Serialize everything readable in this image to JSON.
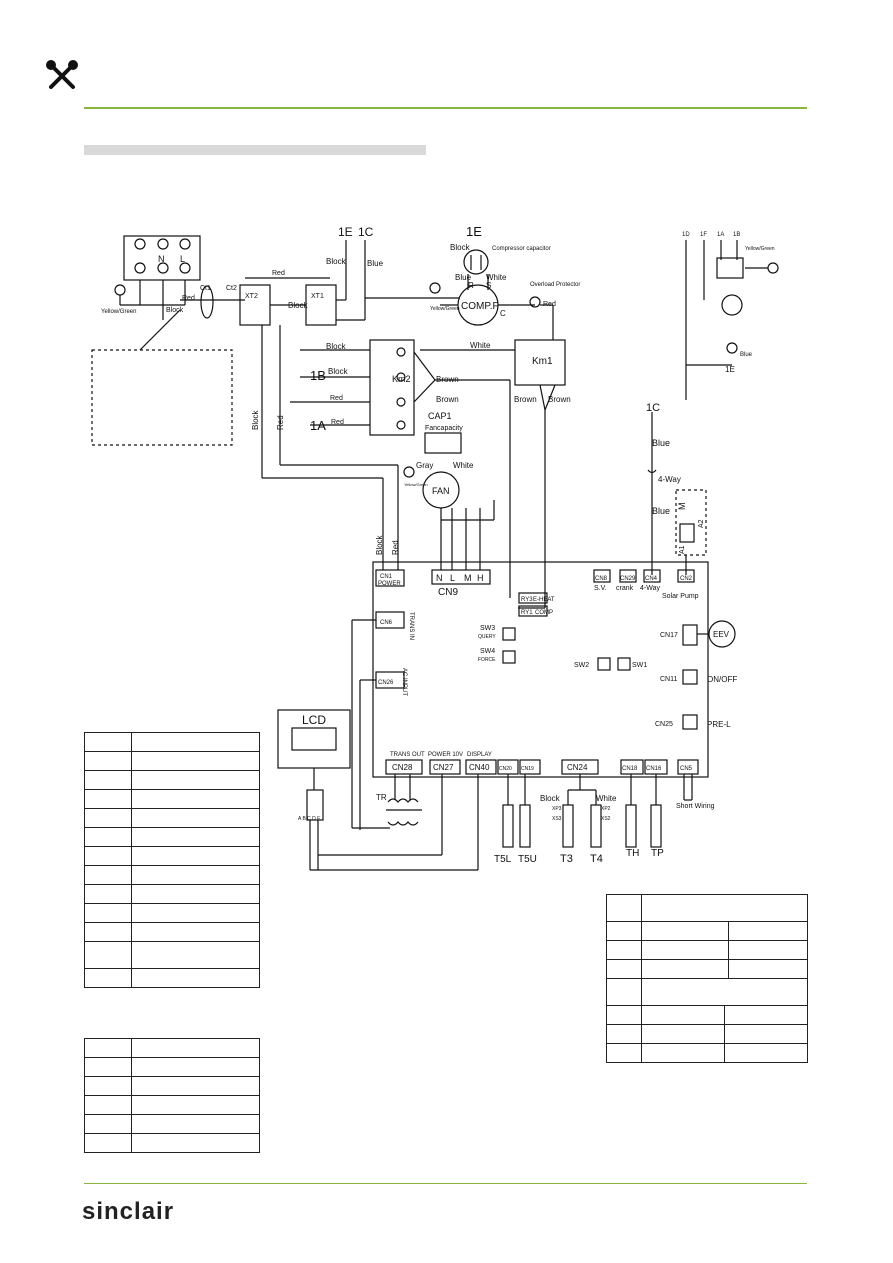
{
  "brand": {
    "logo_text": "sinclair",
    "accent_color": "#8ab63f"
  },
  "header": {
    "icon": "tools-icon"
  },
  "diagram": {
    "terminal": {
      "n": "N",
      "l": "L"
    },
    "wires": {
      "yellow_green": "Yellow/Green",
      "block": "Block",
      "red": "Red",
      "blue": "Blue",
      "white": "White",
      "brown": "Brown",
      "gray": "Gray"
    },
    "parts": {
      "ct1": "Ct1",
      "ct2": "Ct2",
      "xt2": "XT2",
      "xt1": "XT1",
      "e1": "1E",
      "c1": "1C",
      "b1": "1B",
      "a1": "1A",
      "km2": "Km2",
      "km1": "Km1",
      "compressor_capacitor": "Compressor capacitor",
      "comp": "COMP.F",
      "r": "R",
      "s": "S",
      "c": "C",
      "overload": "Overload Protector",
      "cap1": "CAP1",
      "fan_capacity": "Fancapacity",
      "fan": "FAN",
      "way4": "4-Way",
      "d1": "1D",
      "f1": "1F",
      "pump": "M",
      "pump_a1": "A1",
      "pump_a2": "A2"
    },
    "board": {
      "cn1": "CN1",
      "power": "POWER",
      "n": "N",
      "l": "L",
      "m": "M",
      "h": "H",
      "cn9": "CN9",
      "ry3": "RY3",
      "eheat": "E-HEAT",
      "ry1": "RY1",
      "comp": "COMP",
      "cn8": "CN8",
      "sv": "S.V.",
      "cn29": "CN29",
      "crank": "crank",
      "cn4": "CN4",
      "way4": "4-Way",
      "cn2": "CN2",
      "solar": "Solar Pump",
      "cn6": "CN6",
      "trans_in": "TRANS IN",
      "sw3": "SW3",
      "query": "QUERY",
      "sw4": "SW4",
      "force": "FORCE",
      "cn26": "CN26",
      "ac_input": "AC INPUT",
      "sw2": "SW2",
      "sw1": "SW1",
      "cn17": "CN17",
      "eev": "EEV",
      "cn11": "CN11",
      "onoff": "ON/OFF",
      "cn25": "CN25",
      "prel": "PRE-L",
      "trans_out": "TRANS OUT",
      "power10v": "POWER 10V",
      "display": "DISPLAY",
      "cn28": "CN28",
      "cn27": "CN27",
      "cn40": "CN40",
      "cn20": "CN20",
      "cn19": "CN19",
      "cn24": "CN24",
      "cn18": "CN18",
      "cn16": "CN16",
      "cn5": "CN5",
      "short_wiring": "Short Wiring",
      "lcd": "LCD",
      "tr": "TR",
      "abcde": "A B C D E",
      "xp3": "XP3",
      "xs3": "XS3",
      "xp2": "XP2",
      "xs2": "XS2",
      "t5l": "T5L",
      "t5u": "T5U",
      "t3": "T3",
      "t4": "T4",
      "th": "TH",
      "tp": "TP"
    }
  }
}
